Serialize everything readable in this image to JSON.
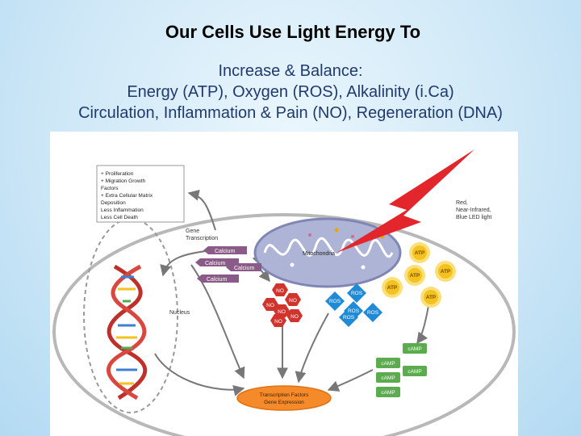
{
  "slide": {
    "title": "Our Cells Use Light Energy To",
    "subtitle_lines": [
      "Increase & Balance:",
      "Energy (ATP), Oxygen (ROS), Alkalinity (i.Ca)",
      "Circulation, Inflammation & Pain (NO), Regeneration (DNA)"
    ]
  },
  "diagram": {
    "effects_box": {
      "lines": [
        "+ Proliferation",
        "+ Migration Growth",
        "Factors",
        "+ Extra Cellular Matrix",
        "Deposition",
        "Less Inflammation",
        "Less Cell Death"
      ]
    },
    "gene_transcription_label": [
      "Gene",
      "Transcription"
    ],
    "nucleus_label": "Nucleus",
    "mitochondria_label": "Mitochondria",
    "light_label": [
      "Red,",
      "Near-Infrared,",
      "Blue LED light"
    ],
    "calcium_labels": [
      "Calcium",
      "Calcium",
      "Calcium",
      "Calcium"
    ],
    "no_labels": [
      "NO",
      "NO",
      "NO",
      "NO",
      "NO",
      "NO"
    ],
    "ros_labels": [
      "ROS",
      "ROS",
      "ROS",
      "ROS",
      "ROS"
    ],
    "atp_labels": [
      "ATP",
      "ATP",
      "ATP",
      "ATP",
      "ATP"
    ],
    "camp_labels": [
      "cAMP",
      "cAMP",
      "cAMP",
      "cAMP",
      "cAMP"
    ],
    "transcription_factors_label": [
      "Transcription Factors",
      "Gene Expression"
    ]
  },
  "colors": {
    "title_text": "#000000",
    "subtitle_text": "#203a6e",
    "lightning": "#e2262b",
    "calcium": "#8a5a88",
    "no_molecule": "#d0342c",
    "ros": "#1f8ad6",
    "atp": "#f4c21f",
    "camp": "#5cab4e",
    "transcription_factors": "#f58a2a",
    "mitochondria": "#aeb4d6"
  }
}
